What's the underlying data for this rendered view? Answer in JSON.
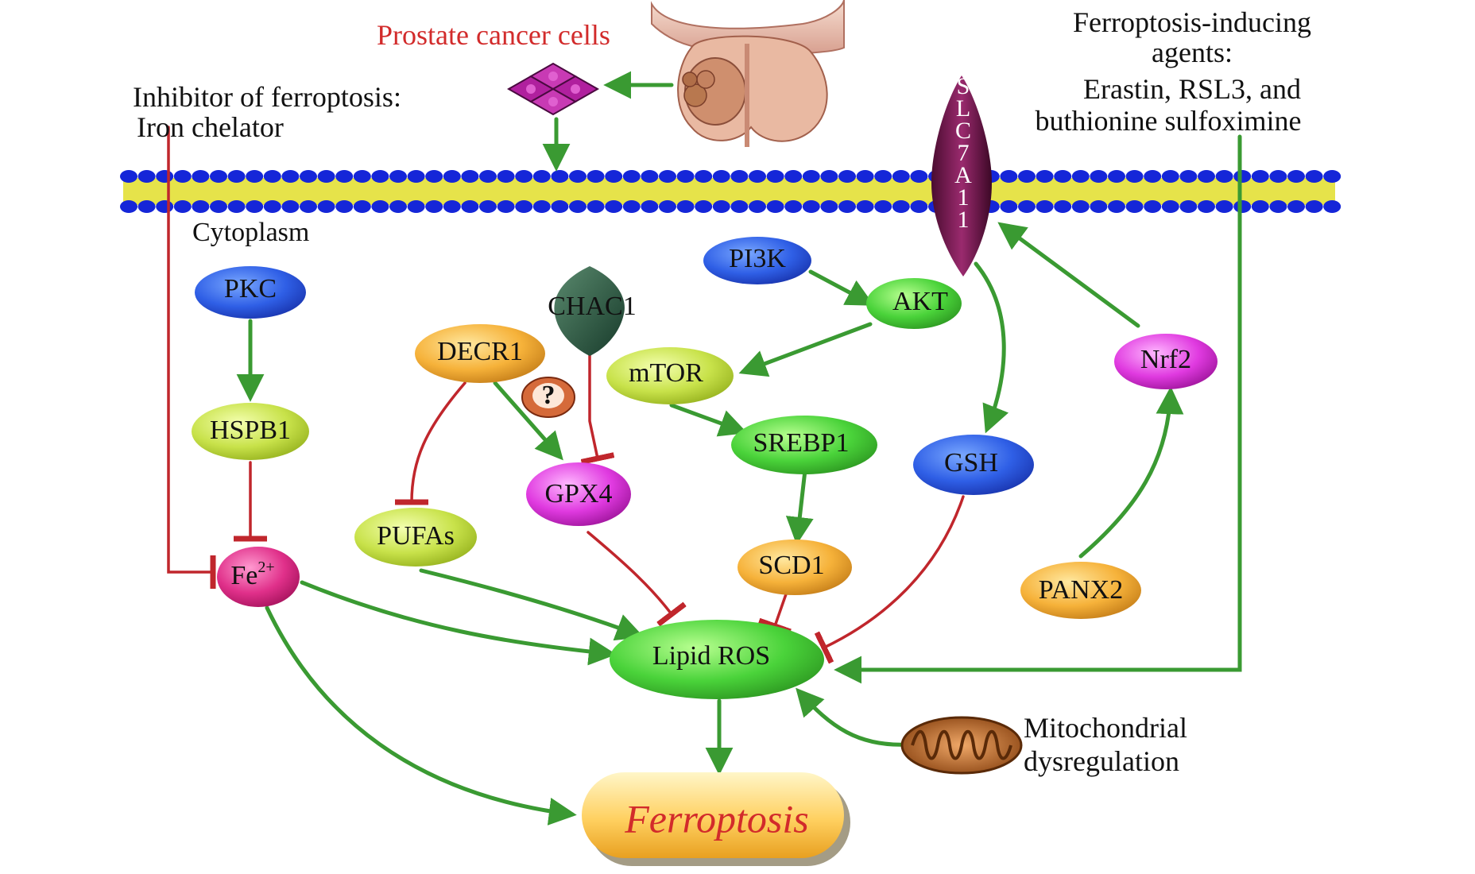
{
  "labels": {
    "prostate_cells": "Prostate cancer cells",
    "inhibitor_line1": "Inhibitor of ferroptosis:",
    "inhibitor_line2": "Iron chelator",
    "inducers_line1": "Ferroptosis-inducing",
    "inducers_line2": "agents:",
    "inducers_line3": "Erastin, RSL3, and",
    "inducers_line4": "buthionine sulfoximine",
    "cytoplasm": "Cytoplasm",
    "mito_line1": "Mitochondrial",
    "mito_line2": "dysregulation",
    "question": "?"
  },
  "nodes": {
    "pkc": "PKC",
    "hspb1": "HSPB1",
    "fe_base": "Fe",
    "fe_sup": "2+",
    "decr1": "DECR1",
    "pufas": "PUFAs",
    "chac1": "CHAC1",
    "gpx4": "GPX4",
    "pi3k": "PI3K",
    "akt": "AKT",
    "mtor": "mTOR",
    "srebp1": "SREBP1",
    "scd1": "SCD1",
    "gsh": "GSH",
    "slc7a11": "SLC7A11",
    "nrf2": "Nrf2",
    "panx2": "PANX2",
    "lipid_ros": "Lipid ROS",
    "ferroptosis": "Ferroptosis"
  },
  "colors": {
    "activation": "#3a9a32",
    "inhibition": "#c0262c",
    "membrane_head": "#1526d8",
    "membrane_tail": "#e6e34a"
  }
}
